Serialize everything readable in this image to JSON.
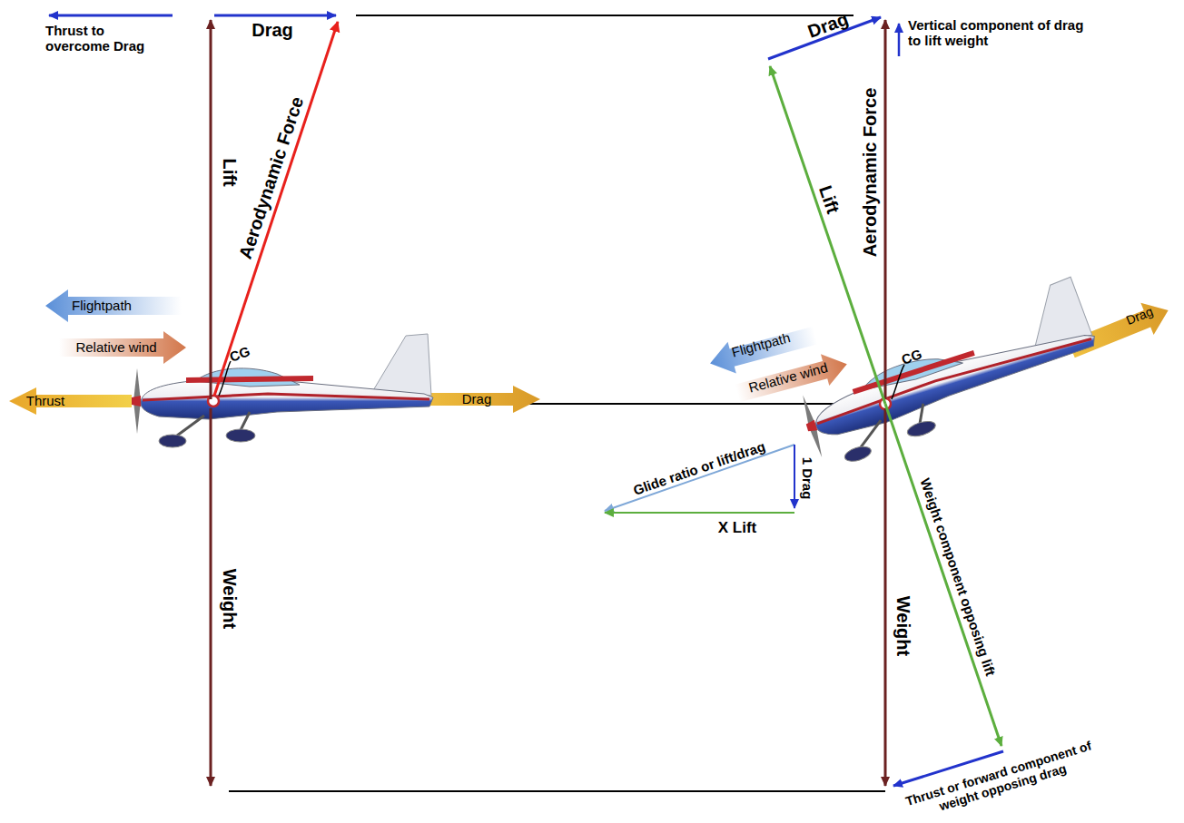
{
  "diagram": {
    "labels": [
      "Thrust to overcome Drag",
      "Drag",
      "Lift",
      "Aerodynamic Force",
      "Flightpath",
      "Relative wind",
      "CG",
      "Thrust",
      "Drag",
      "Weight",
      "Drag",
      "Vertical component of drag to lift weight",
      "Aerodynamic Force",
      "Lift",
      "Flightpath",
      "Relative wind",
      "CG",
      "Drag",
      "Glide ratio or lift/drag",
      "1 Drag",
      "X Lift",
      "Weight",
      "Weight component opposing lift",
      "Thrust or forward component of weight opposing drag"
    ]
  }
}
